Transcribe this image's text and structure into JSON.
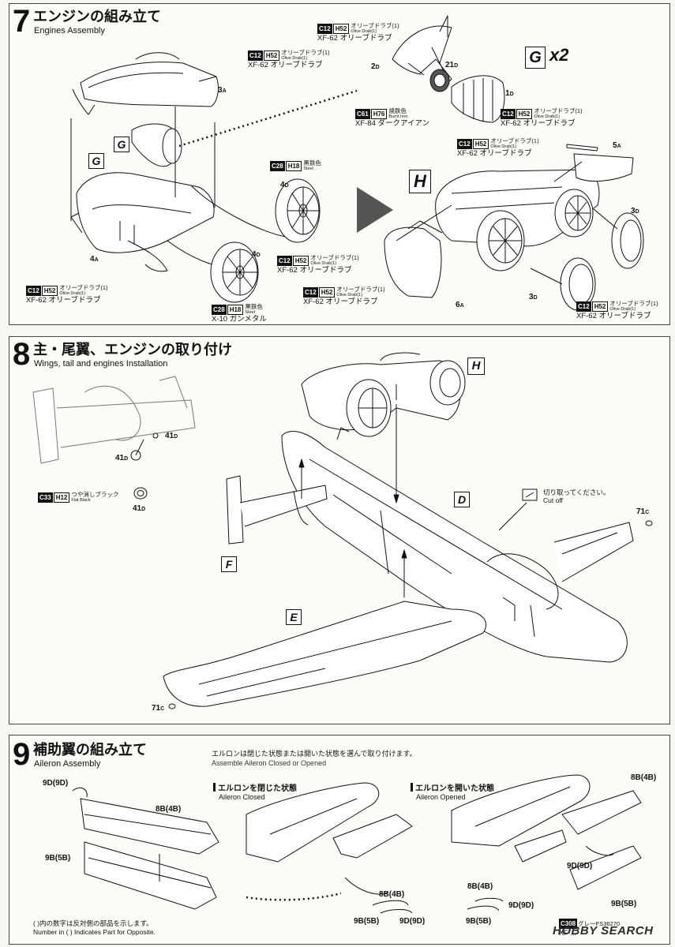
{
  "step7": {
    "num": "7",
    "title_jp": "エンジンの組み立て",
    "title_en": "Engines Assembly",
    "labels": {
      "G_left1": "G",
      "G_left2": "G",
      "G_x2_letter": "G",
      "G_x2_mult": "x2",
      "H": "H"
    },
    "paints": [
      {
        "code": "C12",
        "hcode": "H52",
        "jp": "オリーブドラブ(1)",
        "en": "Olive Drab(1)",
        "sub": "XF-62 オリーブドラブ"
      },
      {
        "code": "C12",
        "hcode": "H52",
        "jp": "オリーブドラブ(1)",
        "en": "Olive Drab(1)",
        "sub": "XF-62 オリーブドラブ"
      },
      {
        "code": "C61",
        "hcode": "H76",
        "jp": "焼鉄色",
        "en": "Burnt Iron",
        "sub": "XF-84 ダークアイアン"
      },
      {
        "code": "C12",
        "hcode": "H52",
        "jp": "オリーブドラブ(1)",
        "en": "Olive Drab(1)",
        "sub": "XF-62 オリーブドラブ"
      },
      {
        "code": "C12",
        "hcode": "H52",
        "jp": "オリーブドラブ(1)",
        "en": "Olive Drab(1)",
        "sub": "XF-62 オリーブドラブ"
      },
      {
        "code": "C28",
        "hcode": "H18",
        "jp": "黒鉄色",
        "en": "Steel",
        "sub": ""
      },
      {
        "code": "C12",
        "hcode": "H52",
        "jp": "オリーブドラブ(1)",
        "en": "Olive Drab(1)",
        "sub": "XF-62 オリーブドラブ"
      },
      {
        "code": "C12",
        "hcode": "H52",
        "jp": "オリーブドラブ(1)",
        "en": "Olive Drab(1)",
        "sub": "XF-62 オリーブドラブ"
      },
      {
        "code": "C28",
        "hcode": "H18",
        "jp": "黒鉄色",
        "en": "Steel",
        "sub": "X-10 ガンメタル"
      },
      {
        "code": "C12",
        "hcode": "H52",
        "jp": "オリーブドラブ(1)",
        "en": "Olive Drab(1)",
        "sub": "XF-62 オリーブドラブ"
      },
      {
        "code": "C12",
        "hcode": "H52",
        "jp": "オリーブドラブ(1)",
        "en": "Olive Drab(1)",
        "sub": "XF-62 オリーブドラブ"
      }
    ],
    "parts": {
      "p3a": "3",
      "p3a_s": "A",
      "p2d": "2",
      "p2d_s": "D",
      "p21d": "21",
      "p21d_s": "D",
      "p1d": "1",
      "p1d_s": "D",
      "p5a": "5",
      "p5a_s": "A",
      "p4d_a": "4",
      "p4d_a_s": "D",
      "p4d_b": "4",
      "p4d_b_s": "D",
      "p4a": "4",
      "p4a_s": "A",
      "p3d_a": "3",
      "p3d_a_s": "D",
      "p3d_b": "3",
      "p3d_b_s": "D",
      "p6a": "6",
      "p6a_s": "A"
    }
  },
  "step8": {
    "num": "8",
    "title_jp": "主・尾翼、エンジンの取り付け",
    "title_en": "Wings, tail and engines Installation",
    "labels": {
      "H": "H",
      "D": "D",
      "F": "F",
      "E": "E"
    },
    "paint": {
      "code": "C33",
      "hcode": "H12",
      "jp": "つや消しブラック",
      "en": "Flat Black"
    },
    "cut_jp": "切り取ってください。",
    "cut_en": "Cut off",
    "parts": {
      "p41d_a": "41",
      "p41d_a_s": "D",
      "p41d_b": "41",
      "p41d_b_s": "D",
      "p41d_c": "41",
      "p41d_c_s": "D",
      "p71c_a": "71",
      "p71c_a_s": "C",
      "p71c_b": "71",
      "p71c_b_s": "C"
    }
  },
  "step9": {
    "num": "9",
    "title_jp": "補助翼の組み立て",
    "title_en": "Aileron Assembly",
    "note_jp": "エルロンは閉じた状態または開いた状態を選んで取り付けます。",
    "note_en": "Assemble Aileron Closed or Opened",
    "closed_jp": "エルロンを閉じた状態",
    "closed_en": "Aileron Closed",
    "opened_jp": "エルロンを開いた状態",
    "opened_en": "Aileron Opened",
    "footnote_jp": "( )内の数字は反対側の部品を示します。",
    "footnote_en": "Number in ( ) Indicates Part for Opposite.",
    "parts": {
      "p9d_9d_a": "9D(9D)",
      "p8b_4b_a": "8B(4B)",
      "p9b_5b_a": "9B(5B)",
      "p8b_4b_b": "8B(4B)",
      "p9b_5b_b": "9B(5B)",
      "p9d_9d_b": "9D(9D)",
      "p8b_4b_c": "8B(4B)",
      "p9d_9d_c": "9D(9D)",
      "p9b_5b_c": "9B(5B)",
      "p8b_4b_d": "8B(4B)",
      "p9d_9d_d": "9D(9D)",
      "p9b_5b_d": "9B(5B)"
    },
    "paint": {
      "code": "C308",
      "hcode": "",
      "jp": "グレーFS36270",
      "sub": "XF-..."
    }
  },
  "watermark": "HOBBY SEARCH",
  "colors": {
    "ink": "#111111",
    "panel_border": "#444444",
    "page_bg": "#f7f7f5"
  }
}
